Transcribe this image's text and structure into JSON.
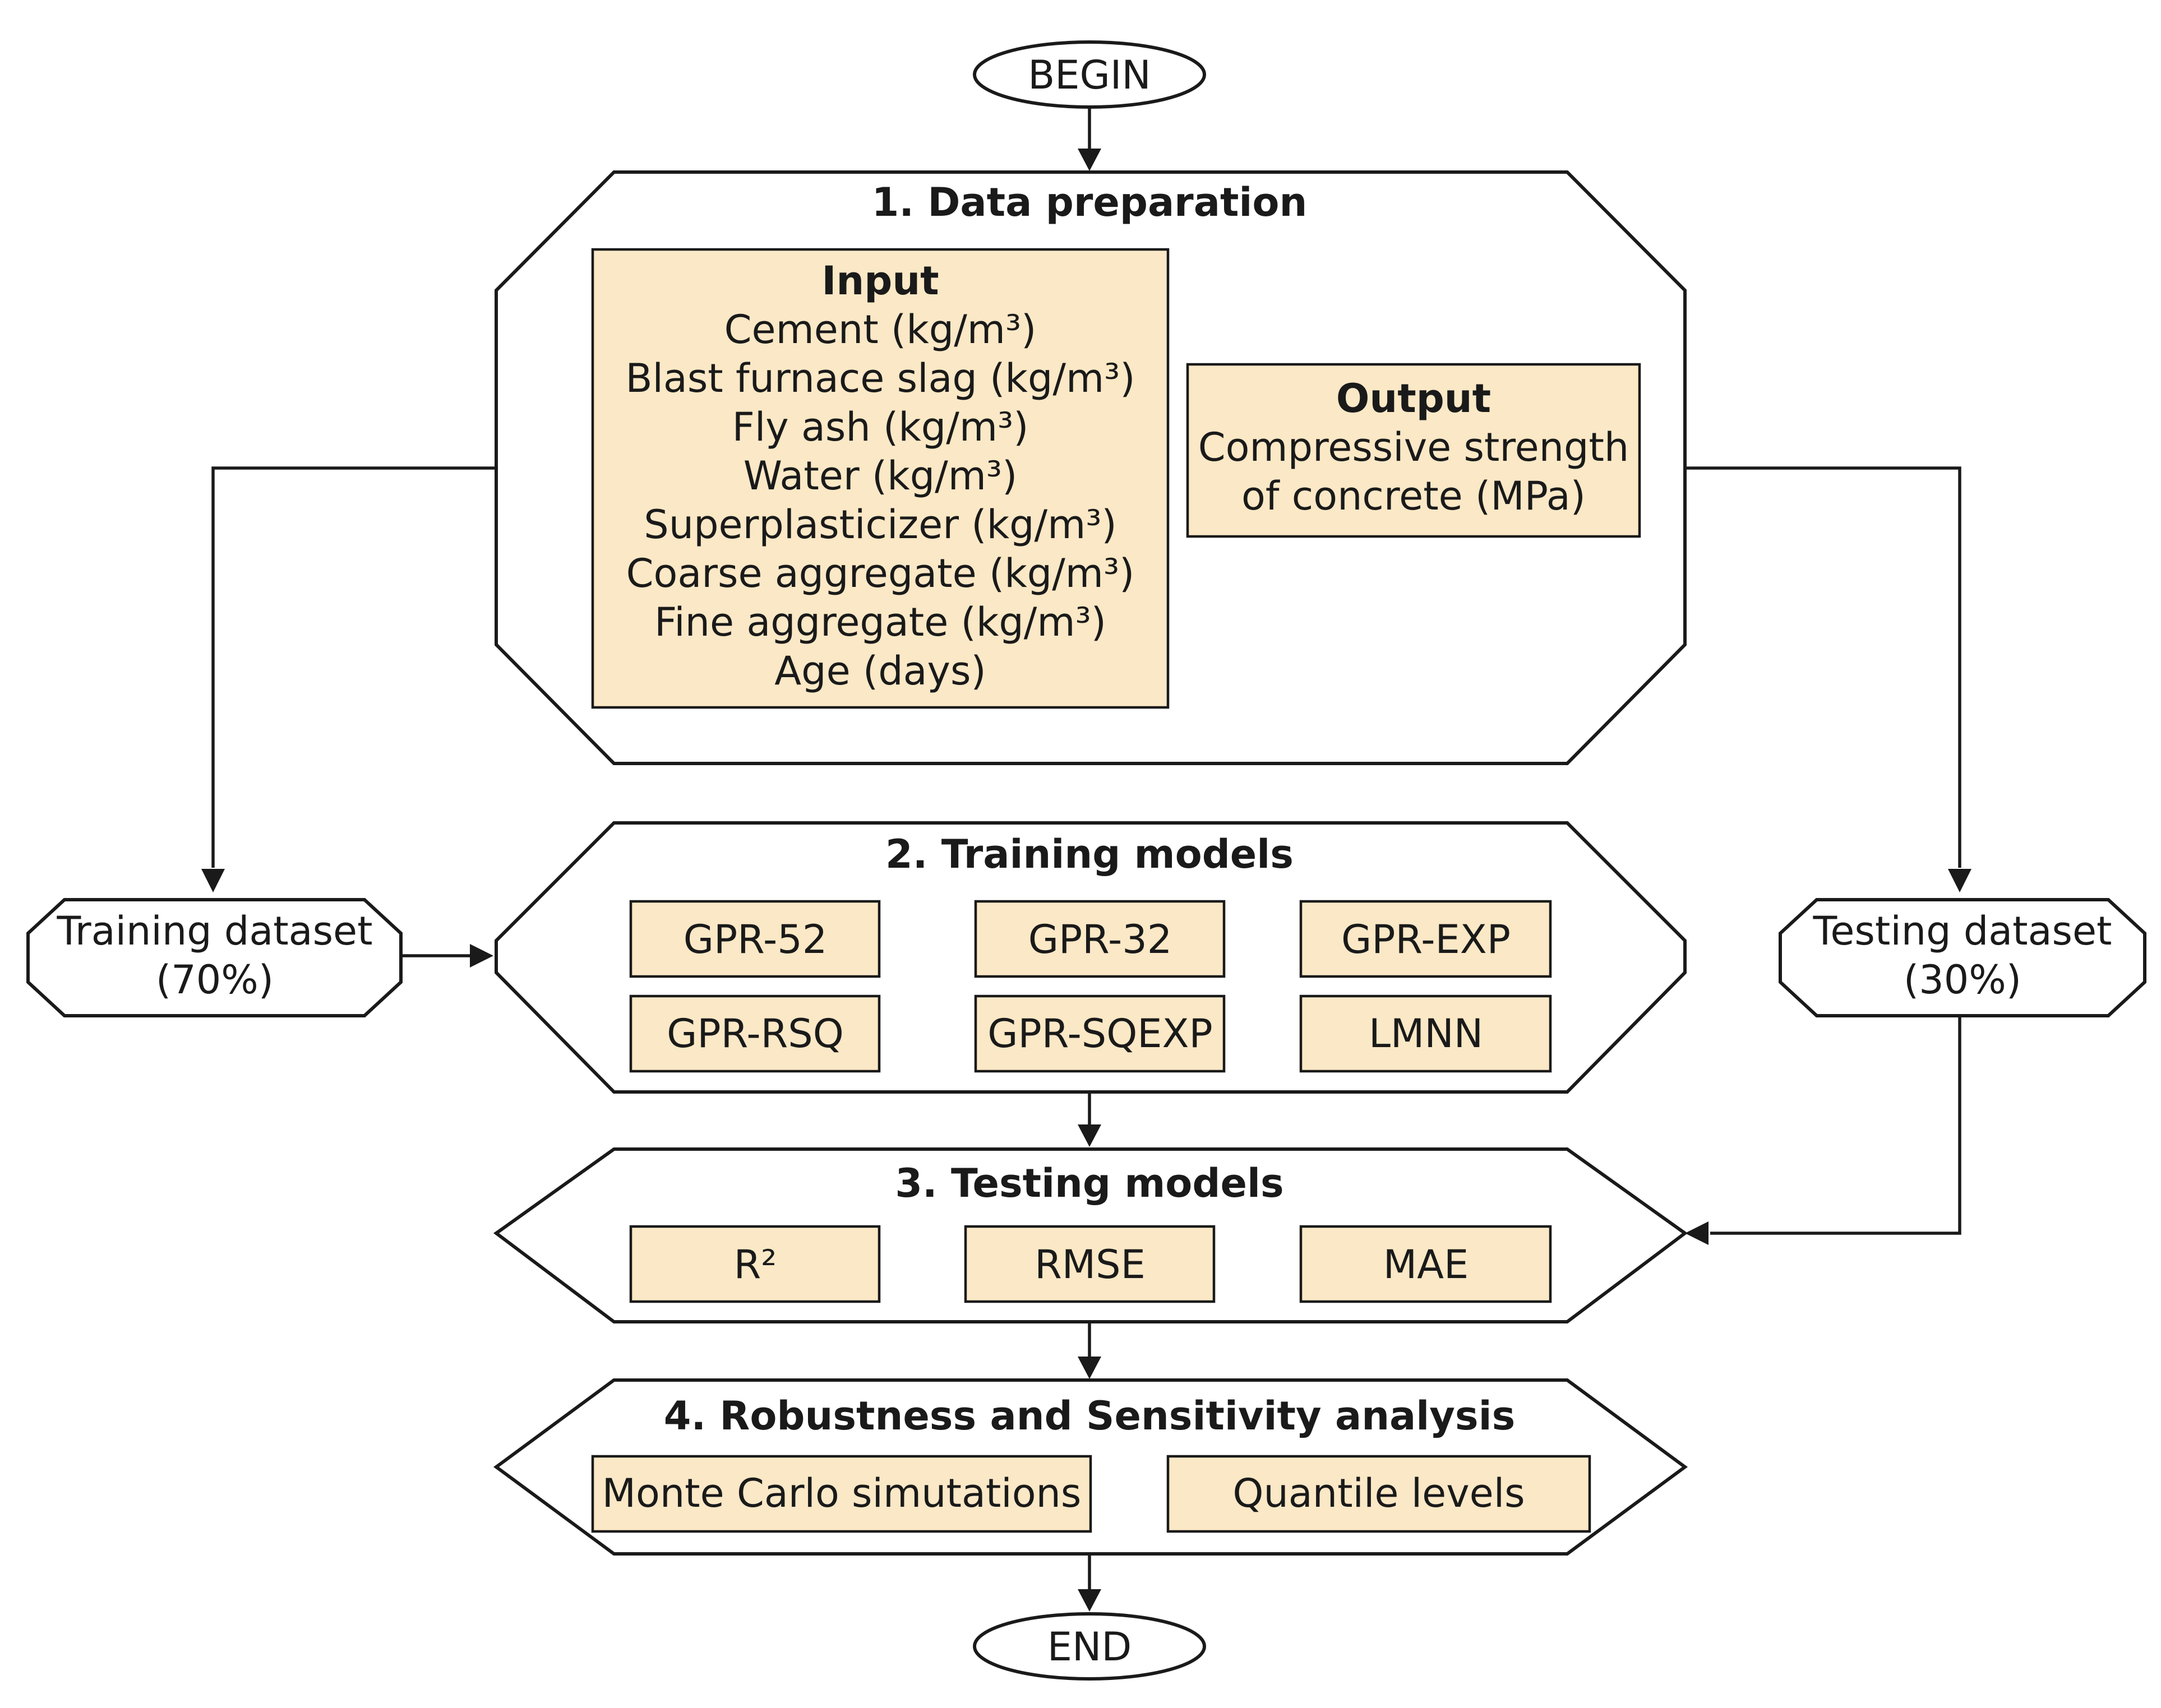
{
  "terminals": {
    "begin": "BEGIN",
    "end": "END"
  },
  "data_preparation": {
    "title": "1. Data preparation",
    "input": {
      "title": "Input",
      "items": [
        "Cement (kg/m³)",
        "Blast furnace slag (kg/m³)",
        "Fly ash (kg/m³)",
        "Water (kg/m³)",
        "Superplasticizer (kg/m³)",
        "Coarse aggregate (kg/m³)",
        "Fine aggregate (kg/m³)",
        "Age (days)"
      ]
    },
    "output": {
      "title": "Output",
      "lines": [
        "Compressive strength",
        "of concrete (MPa)"
      ]
    }
  },
  "training_dataset": {
    "lines": [
      "Training dataset",
      "(70%)"
    ]
  },
  "testing_dataset": {
    "lines": [
      "Testing dataset",
      "(30%)"
    ]
  },
  "training_models": {
    "title": "2. Training models",
    "models": [
      "GPR-52",
      "GPR-32",
      "GPR-EXP",
      "GPR-RSQ",
      "GPR-SQEXP",
      "LMNN"
    ]
  },
  "testing_models": {
    "title": "3. Testing models",
    "metrics": [
      "R²",
      "RMSE",
      "MAE"
    ]
  },
  "robustness": {
    "title": "4. Robustness and Sensitivity analysis",
    "methods": [
      "Monte Carlo simutations",
      "Quantile levels"
    ]
  },
  "colors": {
    "box_fill": "#fbe8c6",
    "stroke": "#1a1a1a"
  }
}
